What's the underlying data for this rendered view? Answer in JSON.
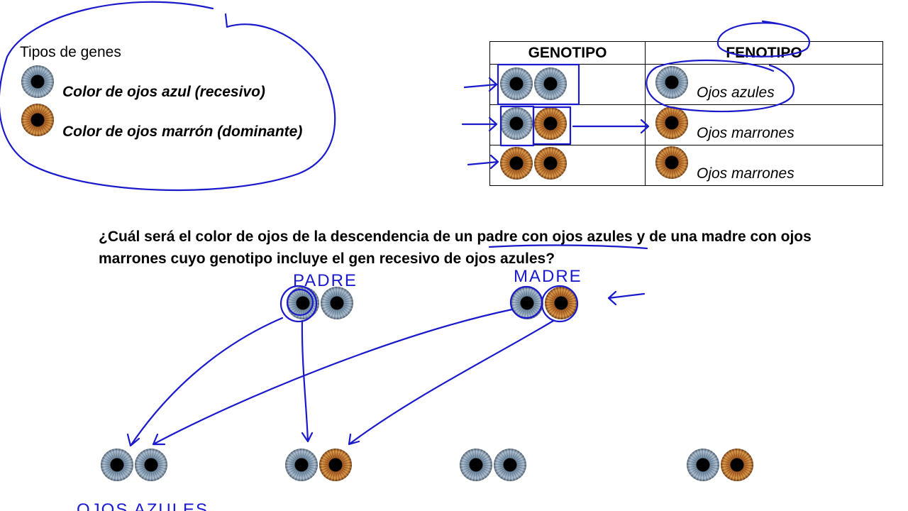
{
  "legend": {
    "title": "Tipos de genes",
    "items": [
      {
        "eye": "blue",
        "label": "Color de ojos azul (recesivo)"
      },
      {
        "eye": "brown",
        "label": "Color de ojos marrón (dominante)"
      }
    ]
  },
  "table": {
    "headers": [
      "GENOTIPO",
      "FENOTIPO"
    ],
    "rows": [
      {
        "genotype": [
          "blue",
          "blue"
        ],
        "phenotype_eye": "blue",
        "phenotype": "Ojos azules"
      },
      {
        "genotype": [
          "blue",
          "brown"
        ],
        "phenotype_eye": "brown",
        "phenotype": "Ojos marrones"
      },
      {
        "genotype": [
          "brown",
          "brown"
        ],
        "phenotype_eye": "brown",
        "phenotype": "Ojos marrones"
      }
    ]
  },
  "question": "¿Cuál será el color de ojos de la descendencia de un padre con ojos azules y de una madre con ojos marrones cuyo genotipo incluye el gen recesivo de ojos azules?",
  "annotations": {
    "padre": "PADRE",
    "madre": "MADRE",
    "offspring_1": "OJOS AZULES"
  },
  "parents": {
    "padre": [
      "blue",
      "blue"
    ],
    "madre": [
      "blue",
      "brown"
    ]
  },
  "offspring": [
    [
      "blue",
      "blue"
    ],
    [
      "blue",
      "brown"
    ],
    [
      "blue",
      "blue"
    ],
    [
      "blue",
      "brown"
    ]
  ],
  "colors": {
    "ink": "#1a1acc",
    "blue_eye": "#7f97ae",
    "brown_eye": "#b8661f"
  }
}
